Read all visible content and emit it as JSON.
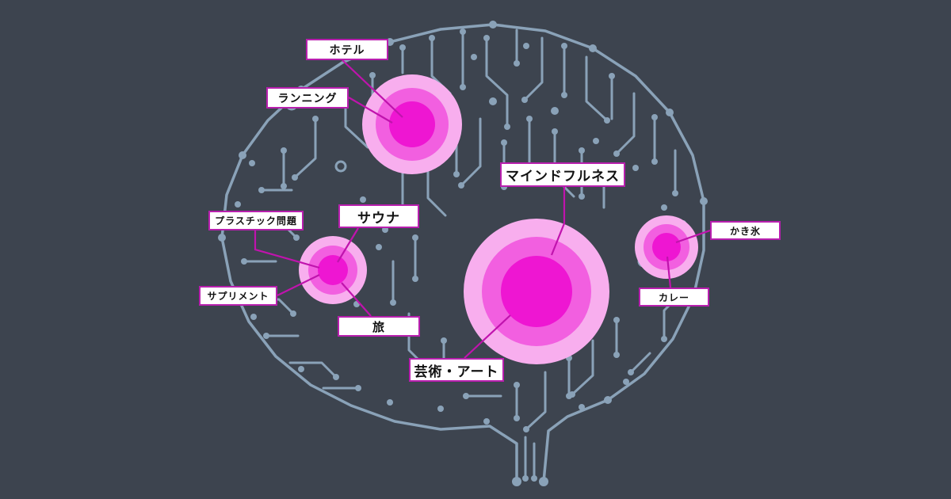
{
  "colors": {
    "background": "#3d444f",
    "circuit": "#8aa2b8",
    "connector": "#c013ad",
    "label_border": "#b81fae",
    "node_outer": "#f8aeee",
    "node_mid": "#f25fe0",
    "node_core": "#ee16d2"
  },
  "labels": {
    "hotel": "ホテル",
    "running": "ランニング",
    "sauna": "サウナ",
    "plastic_problem": "プラスチック問題",
    "supplement": "サプリメント",
    "travel": "旅",
    "mindfulness": "マインドフルネス",
    "shaved_ice": "かき氷",
    "curry": "カレー",
    "art": "芸術・アート"
  },
  "nodes": [
    {
      "name": "node-hotel-running",
      "size": "large",
      "topics": [
        "ホテル",
        "ランニング"
      ]
    },
    {
      "name": "node-sauna-cluster",
      "size": "medium",
      "topics": [
        "サウナ",
        "プラスチック問題",
        "サプリメント",
        "旅"
      ]
    },
    {
      "name": "node-mindfulness-art",
      "size": "xlarge",
      "topics": [
        "マインドフルネス",
        "芸術・アート"
      ]
    },
    {
      "name": "node-food",
      "size": "small",
      "topics": [
        "かき氷",
        "カレー"
      ]
    }
  ]
}
